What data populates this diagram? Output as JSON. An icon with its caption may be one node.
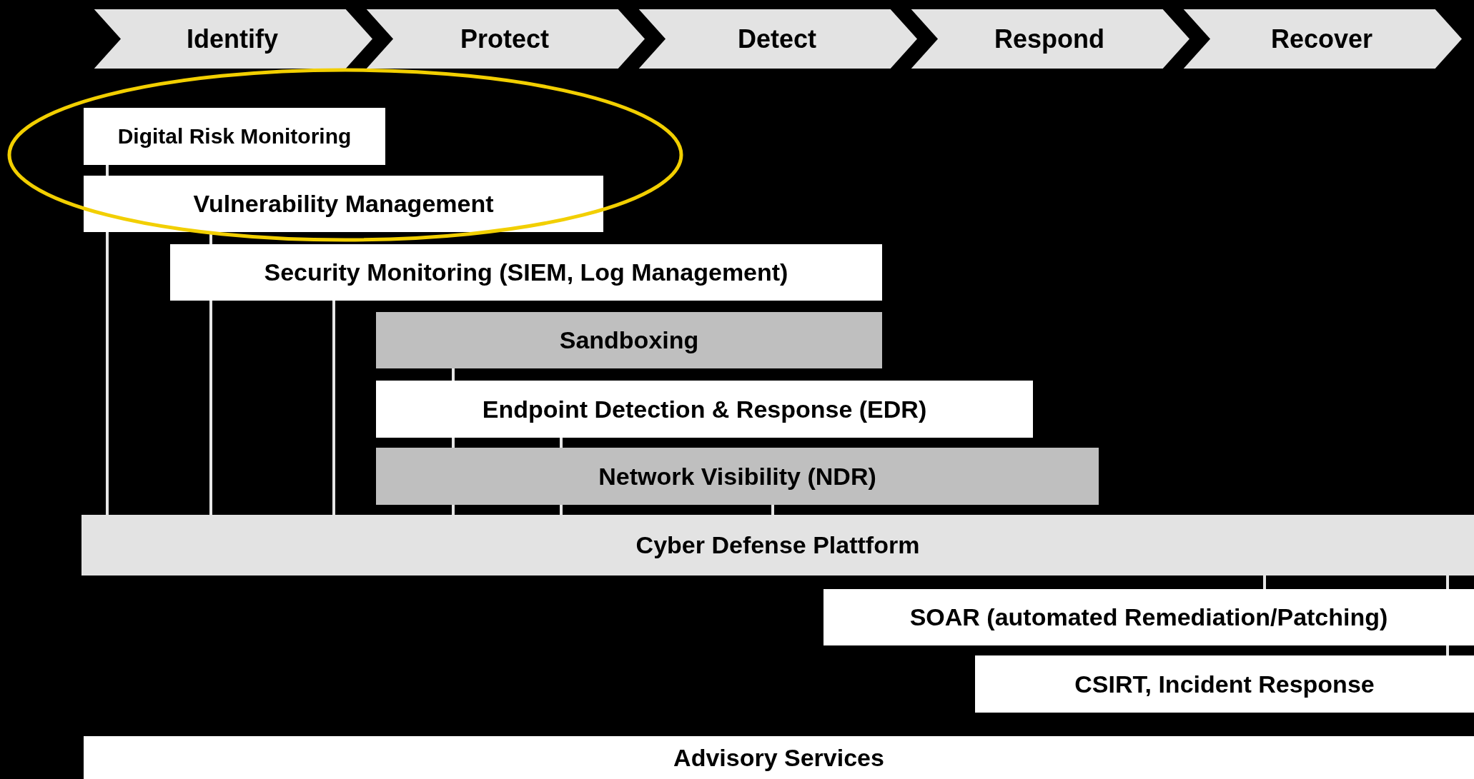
{
  "diagram": {
    "nodes": [
      {
        "text": [
          "Identify"
        ]
      },
      {
        "text": [
          "Protect"
        ]
      },
      {
        "text": [
          "Detect"
        ]
      },
      {
        "text": [
          "Respond"
        ]
      },
      {
        "text": [
          "Recover"
        ]
      },
      {
        "text": [
          "Digital Risk Monitoring"
        ]
      },
      {
        "text": [
          "Vulnerability Management"
        ]
      },
      {
        "text": [
          "Security Monitoring (SIEM, Log Management)"
        ]
      },
      {
        "text": [
          "Sandboxing"
        ]
      },
      {
        "text": [
          "Endpoint Detection & Response (EDR)"
        ]
      },
      {
        "text": [
          "Network Visibility (NDR)"
        ]
      },
      {
        "text": [
          "Cyber Defense Plattform"
        ]
      },
      {
        "text": [
          "SOAR (automated Remediation/Patching)"
        ]
      },
      {
        "text": [
          "CSIRT, Incident Response"
        ]
      },
      {
        "text": [
          "Advisory Services"
        ]
      }
    ],
    "edges": [
      {
        "from": 5,
        "to": 6,
        "arrow": "none"
      },
      {
        "from": 6,
        "to": 11,
        "arrow": "none"
      },
      {
        "from": 6,
        "to": 7,
        "arrow": "none"
      },
      {
        "from": 7,
        "to": 11,
        "arrow": "none"
      },
      {
        "from": 7,
        "to": 11,
        "arrow": "none"
      },
      {
        "from": 8,
        "to": 9,
        "arrow": "none"
      },
      {
        "from": 9,
        "to": 10,
        "arrow": "none"
      },
      {
        "from": 9,
        "to": 10,
        "arrow": "none"
      },
      {
        "from": 10,
        "to": 11,
        "arrow": "none"
      },
      {
        "from": 10,
        "to": 11,
        "arrow": "none"
      },
      {
        "from": 10,
        "to": 11,
        "arrow": "none"
      },
      {
        "from": 11,
        "to": 12,
        "arrow": "none"
      },
      {
        "from": 11,
        "to": 12,
        "arrow": "none"
      },
      {
        "from": 12,
        "to": 13,
        "arrow": "none"
      }
    ]
  }
}
